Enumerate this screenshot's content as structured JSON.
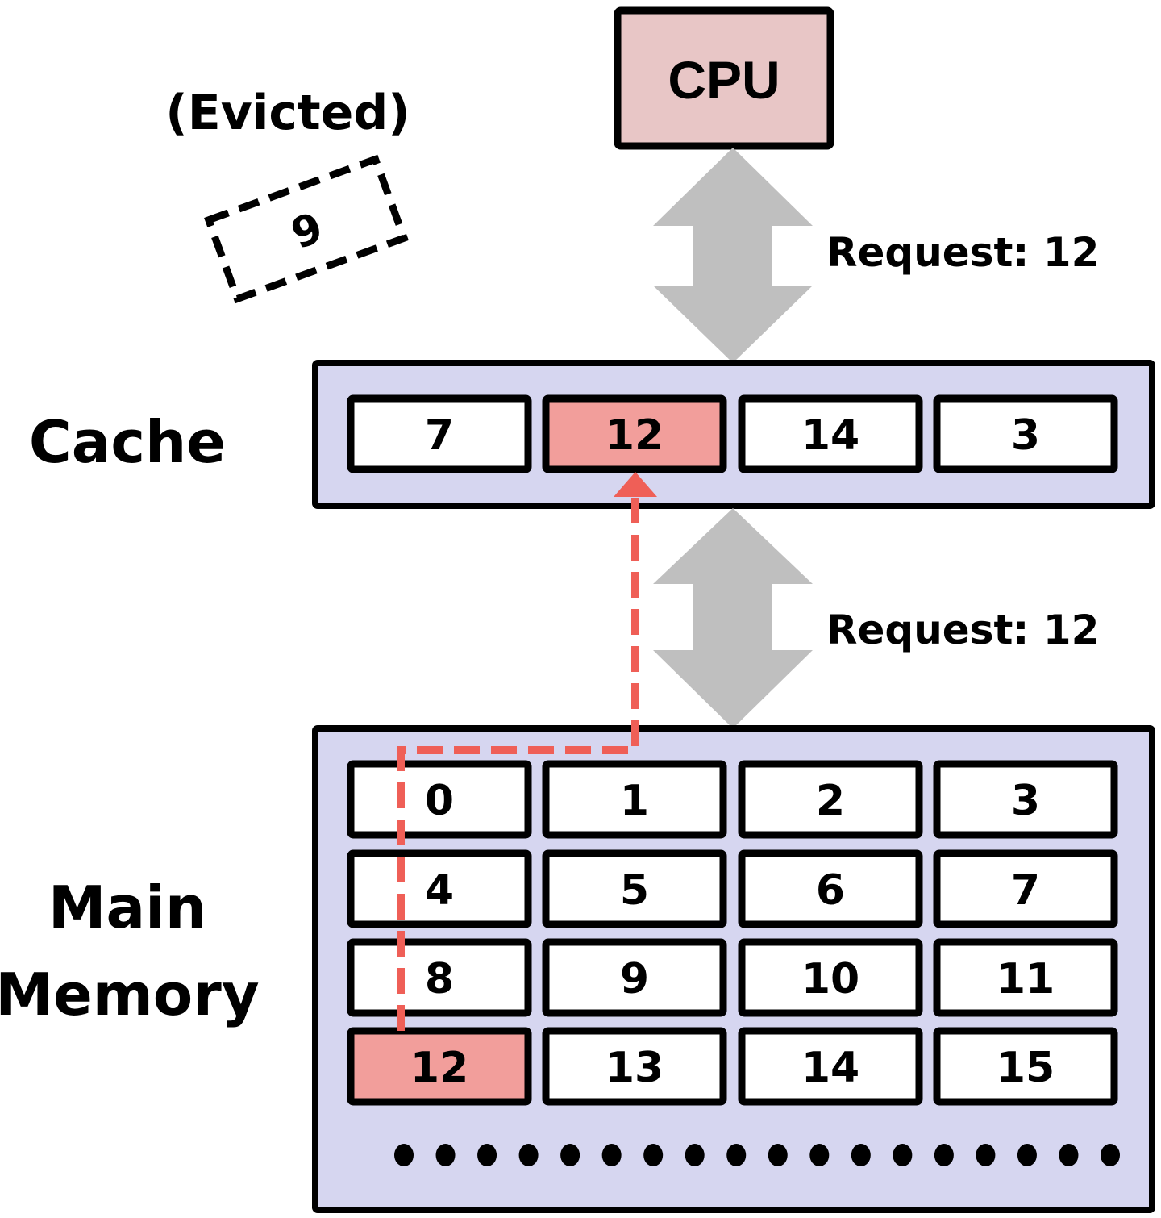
{
  "colors": {
    "cpu_fill": "#e8c6c6",
    "container_fill": "#d6d6f0",
    "cell_fill": "#ffffff",
    "highlight_fill": "#f29e9b",
    "arrow_gray": "#bfbfbf",
    "path_red": "#ef5f57",
    "stroke": "#000000"
  },
  "cpu": {
    "label": "CPU"
  },
  "evicted": {
    "label": "(Evicted)",
    "value": "9"
  },
  "requests": [
    {
      "label": "Request: 12"
    },
    {
      "label": "Request: 12"
    }
  ],
  "cache": {
    "label": "Cache",
    "blocks": [
      "7",
      "12",
      "14",
      "3"
    ],
    "highlight_index": 1
  },
  "memory": {
    "label_line1": "Main",
    "label_line2": "Memory",
    "blocks": [
      [
        "0",
        "1",
        "2",
        "3"
      ],
      [
        "4",
        "5",
        "6",
        "7"
      ],
      [
        "8",
        "9",
        "10",
        "11"
      ],
      [
        "12",
        "13",
        "14",
        "15"
      ]
    ],
    "highlight_block": "12",
    "ellipsis_dot_count": 18
  }
}
